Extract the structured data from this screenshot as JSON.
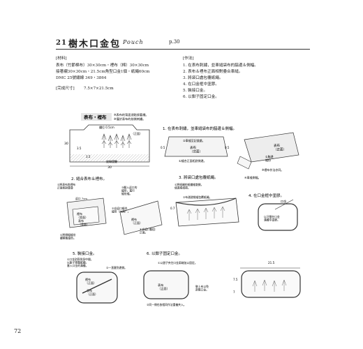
{
  "header": {
    "number": "21",
    "title": "樹木口金包",
    "subtitle_en": "Pouch",
    "page_ref": "p.30"
  },
  "materials": {
    "heading": "[材料]",
    "lines": [
      "表布（竹節棉布）30×30cm・裡布（棉）30×30cm",
      "接著襯30×30cm・21.5cm角型口金1個・紙繩60cm",
      "DMC 25號繡線 349・3864"
    ],
    "size_heading": "[完成尺寸]",
    "size_value": "7.5×7×21.5cm"
  },
  "method": {
    "heading": "[作法]",
    "steps": [
      "1. 在表布刺繡，並車縫袋布的脇邊＆側幅。",
      "2. 表布＆裡布正面相對疊合車縫。",
      "3. 將袋口處包覆紙繩。",
      "4. 在口金框中塗膠。",
      "5. 裝接口金。",
      "6. 以鉗子固定口金。"
    ]
  },
  "pattern": {
    "title": "表布・裡布",
    "note1": "※表布的背面須貼接著襯。",
    "note2": "※僅於表布的前側刺繡。",
    "embroidery": "繡位 0.5cm",
    "center": "（正面）",
    "fold": "底線摺雙",
    "width": "30",
    "height": "30",
    "side": "3.5",
    "side2": "3.5"
  },
  "step1": {
    "title": "1. 在表布刺繡，並車縫袋布的脇邊＆側幅。",
    "a": "②車縫至記號處。",
    "b": "表布\n（背面）",
    "c": "③縫份倒向兩側。",
    "d": "①縫合正面相對側邊。",
    "e": "0.5",
    "f": "0.5",
    "g": "①脇邊\n縫份",
    "h": "表布\n（正面）",
    "i": "④車縫側幅。",
    "j": "※裡布作法亦同。",
    "k": "0.5"
  },
  "step2": {
    "title": "2. 縫合表布＆裡布。",
    "a": "②將表布與裡布\n正面相對重疊",
    "b": "返口 7cm",
    "c": "裡布\n（背面）",
    "d": "表布\n（背面）",
    "e": "①將側幅縫份\n攤開後縫合。",
    "f": "③翻入返口的\n縫份，進行\n縫份縫。",
    "g": "④自返口翻回\n正面。",
    "h": "⑤自返口縫合\n縫份（內側）。",
    "i": "裡布\n（正面）",
    "j": "0.5"
  },
  "step3": {
    "title": "3. 將袋口處包覆紙繩。",
    "a": "①將紙繩的紙纖維散開，\n使邊緣扭捲。",
    "b": "②布邊邊緣縫包覆紙繩。",
    "c": "0.7"
  },
  "step4": {
    "title": "4. 在口金框中塗膠。",
    "a": "口金",
    "b": "以牙籤在口金\n溝槽中塗膠。"
  },
  "step5": {
    "title": "5. 裝接口金。",
    "a": "①口金對齊袋身中間，\n以鉗子按壓紙繩，\n塞入口金的溝槽。",
    "b": "②一直塞到邊側。",
    "c": "裡布\n（正面）",
    "d": "表布\n（正面）"
  },
  "step6": {
    "title": "6. 以鉗子固定口金。",
    "a": "①以鉗子夾住口金兩端加以固定。",
    "b": "墊上布以免\n刮傷口金。",
    "c": "②同一側也依相同作法重複夾入。",
    "d": "表布\n（正面）"
  },
  "final": {
    "width": "21.5",
    "height": "7.5",
    "depth": "7"
  },
  "page_number": "72"
}
